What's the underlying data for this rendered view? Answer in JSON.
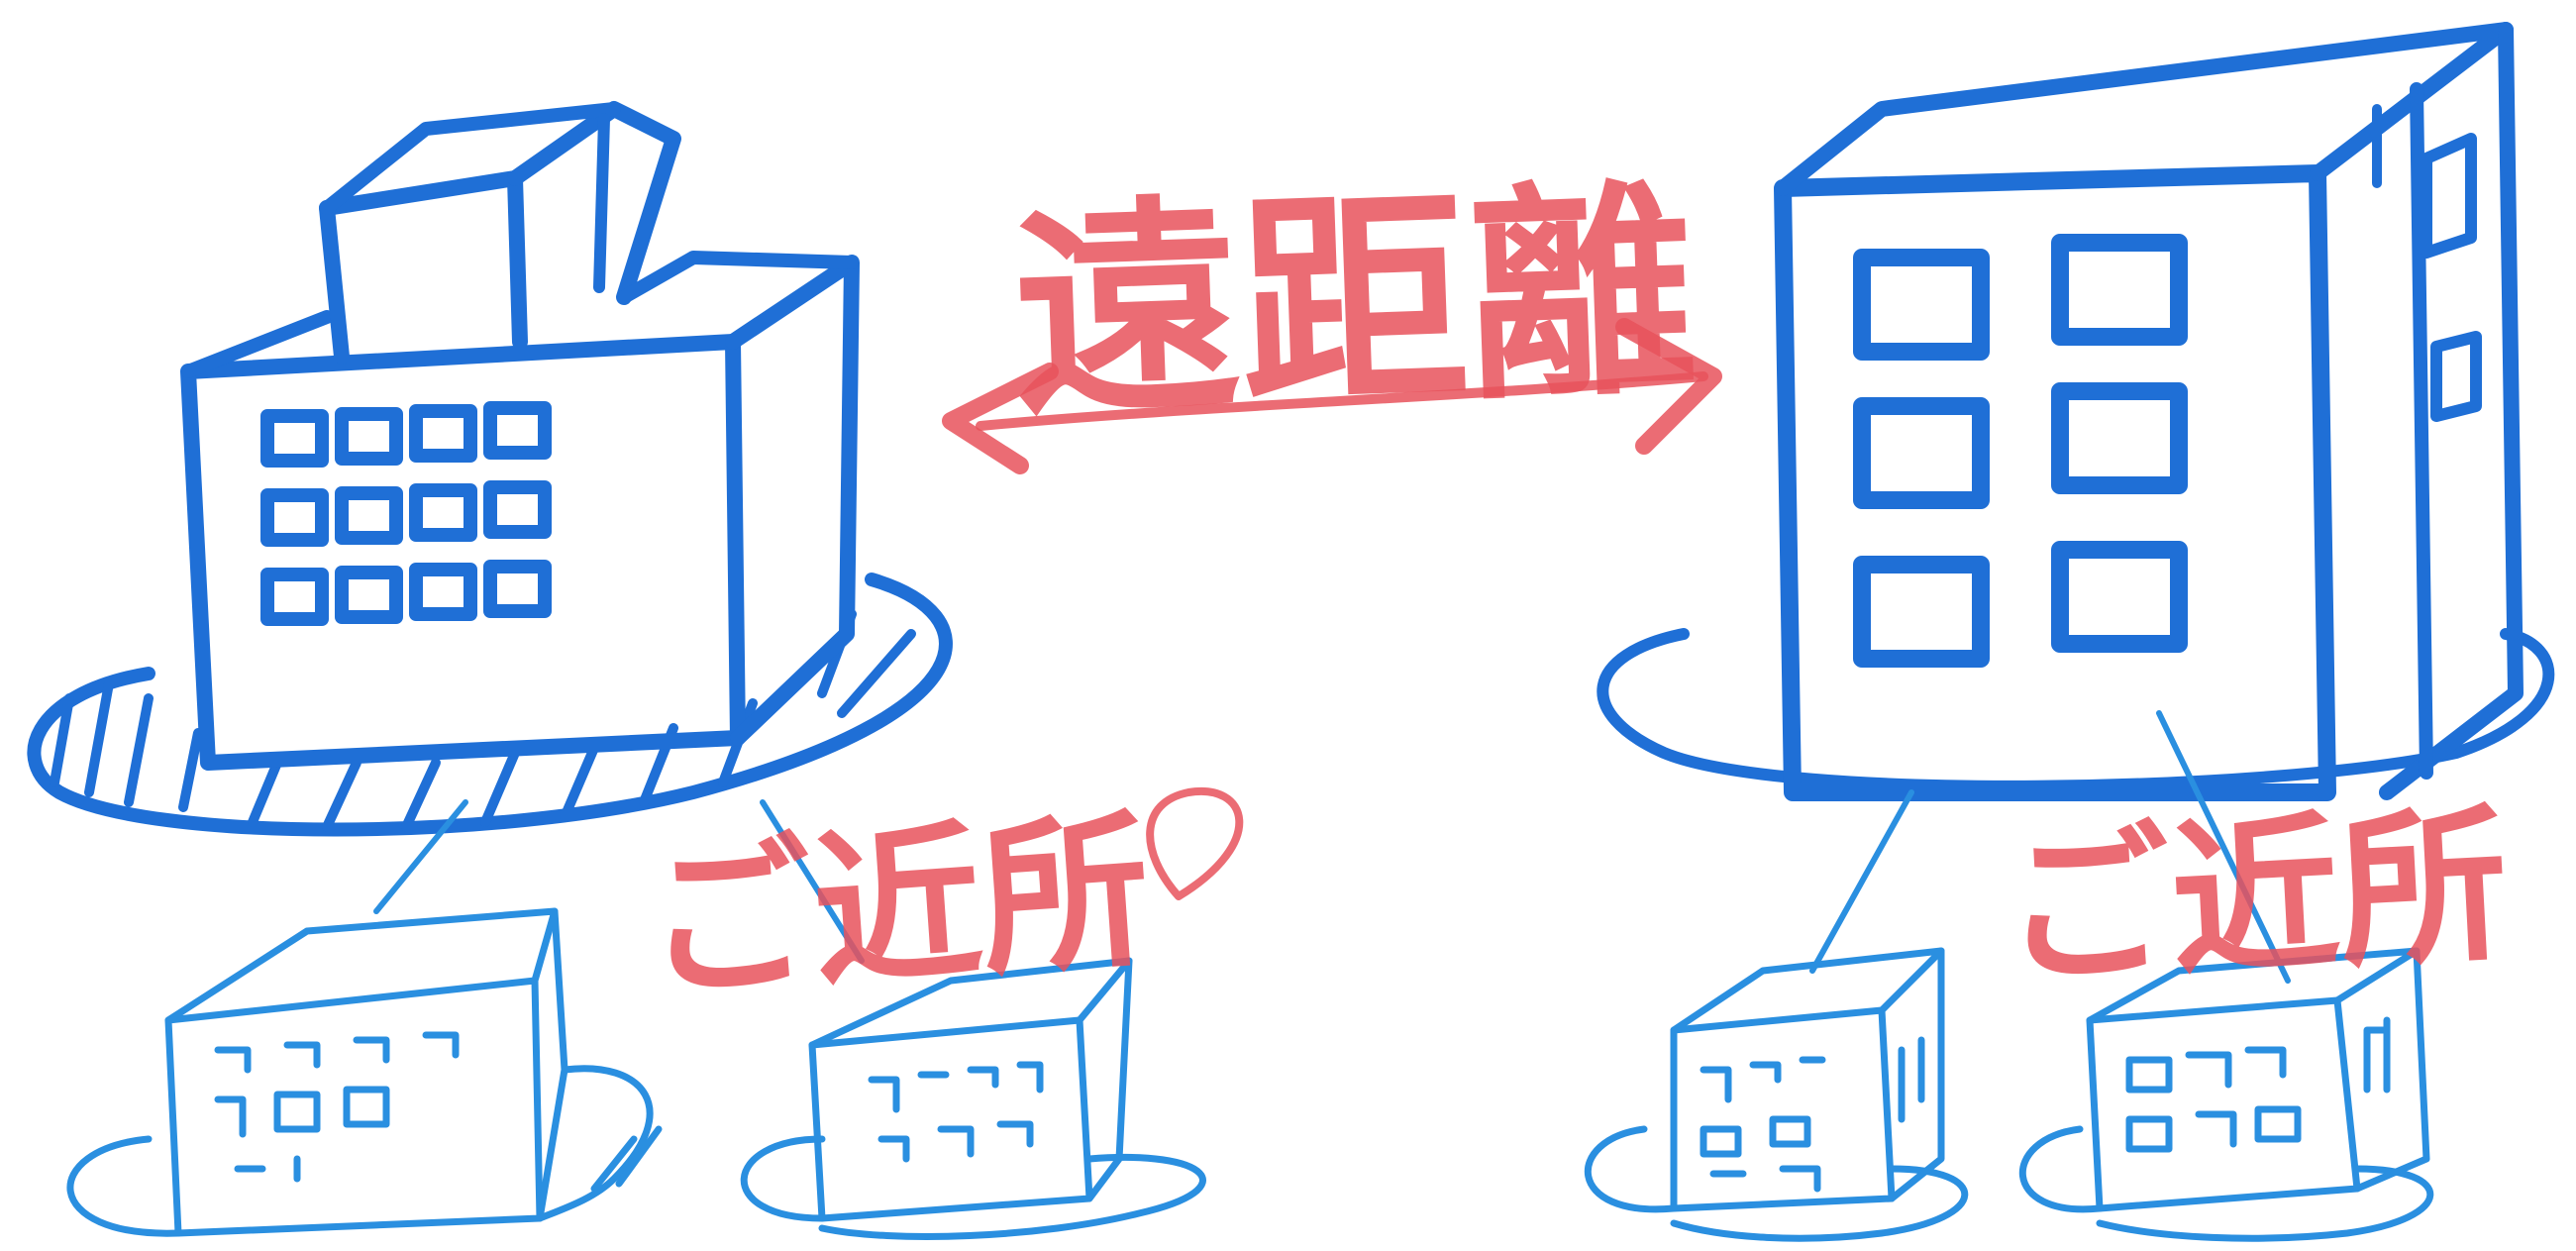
{
  "labels": {
    "long_distance": "遠距離",
    "nearby_left": "ご近所",
    "nearby_right": "ご近所"
  },
  "colors": {
    "building_blue": "#1f6fd6",
    "small_building_blue": "#2a8fe0",
    "label_red": "#e8525c"
  },
  "icons": [
    "large-office-building-icon",
    "tall-apartment-building-icon",
    "small-building-icon",
    "double-arrow-icon",
    "location-pin-icon"
  ]
}
